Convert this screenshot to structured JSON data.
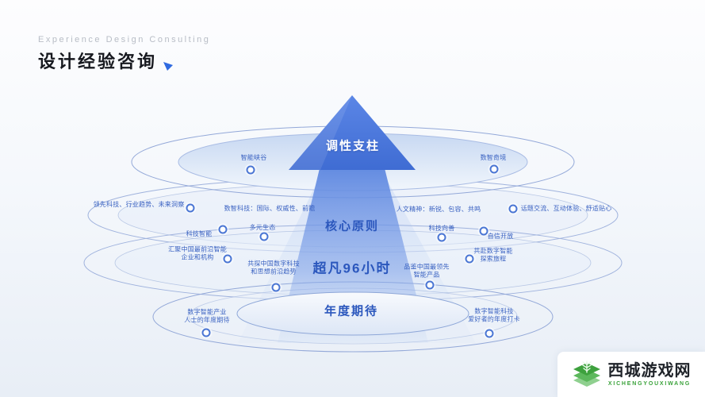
{
  "header": {
    "eyebrow": "Experience Design Consulting",
    "title": "设计经验咨询"
  },
  "arrow_levels": [
    {
      "label": "调性支柱"
    },
    {
      "label": "核心原则"
    },
    {
      "label": "超凡96小时"
    },
    {
      "label": "年度期待"
    }
  ],
  "ring_labels": [
    {
      "text": "智能峡谷"
    },
    {
      "text": "数智奇境"
    },
    {
      "text": "领先科技、行业趋势、未来洞察"
    },
    {
      "text": "数智科技：国际、权威性、前瞻"
    },
    {
      "text": "科技智能"
    },
    {
      "text": "多元生态"
    },
    {
      "text": "人文精神：新锐、包容、共鸣"
    },
    {
      "text": "话题交流、互动体验、舒适贴心"
    },
    {
      "text": "科技向善"
    },
    {
      "text": "自信开放"
    },
    {
      "text": "汇聚中国最前沿智能\n企业和机构"
    },
    {
      "text": "共探中国数字科技\n和思想前沿趋势"
    },
    {
      "text": "共赴数字智能\n探索旅程"
    },
    {
      "text": "品鉴中国最领先\n智能产品"
    },
    {
      "text": "数字智能产业\n人士的年度期待"
    },
    {
      "text": "数字智能科技\n爱好者的年度打卡"
    }
  ],
  "watermark": {
    "name": "西城游戏网",
    "latin": "XICHENGYOUXIWANG"
  },
  "colors": {
    "arrow_blue": "#4a77d9",
    "label_blue": "#3b63c2",
    "ring_stroke": "#94a9d8",
    "watermark_green": "#3aa23a",
    "title_accent": "#2f6ae0"
  }
}
